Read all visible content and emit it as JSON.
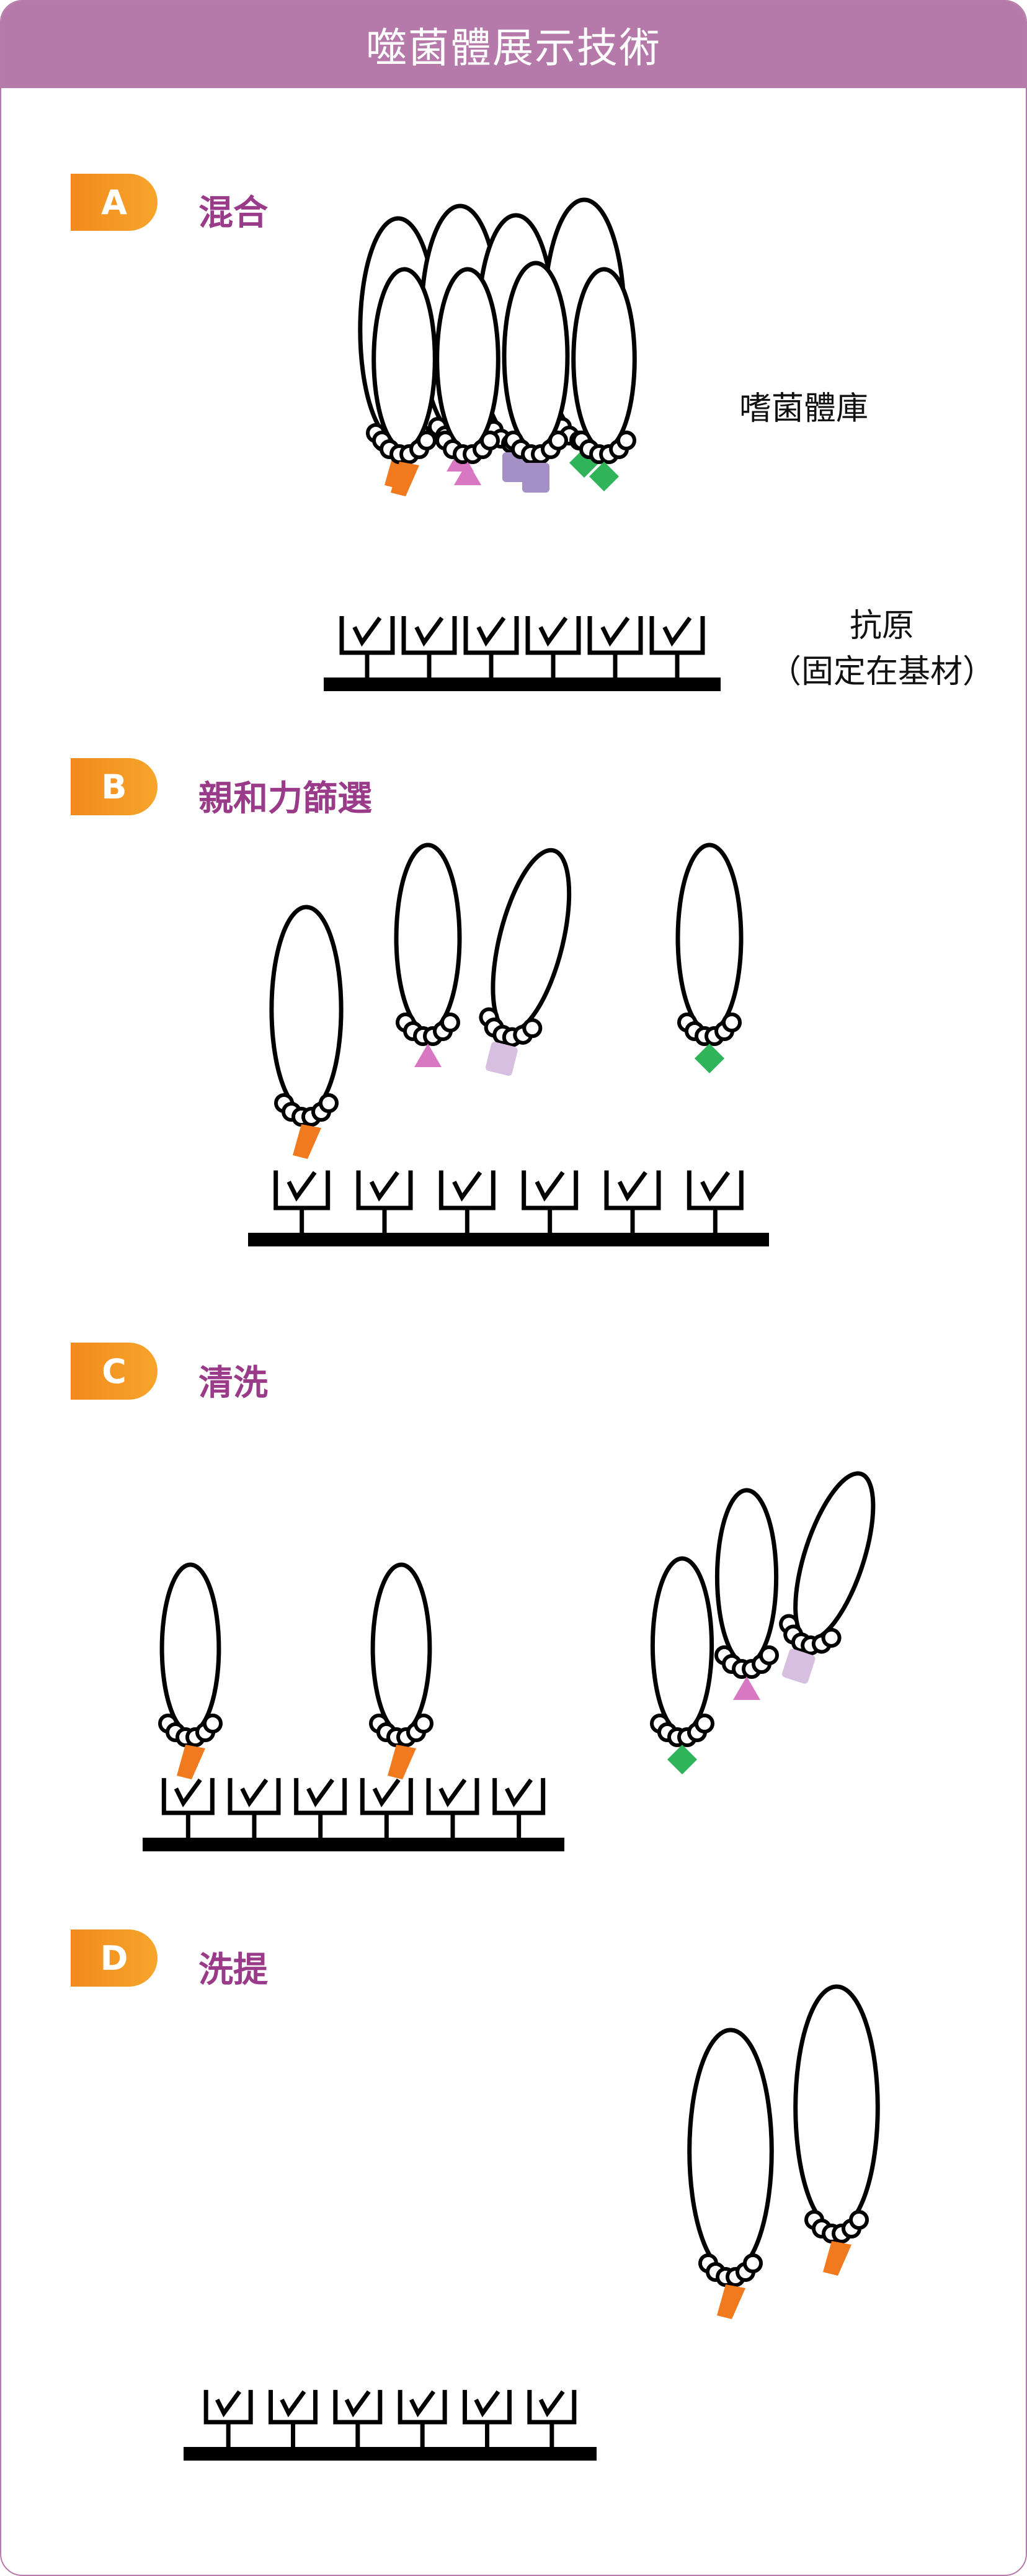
{
  "title": "噬菌體展示技術",
  "steps": [
    {
      "letter": "A",
      "name": "混合"
    },
    {
      "letter": "B",
      "name": "親和力篩選"
    },
    {
      "letter": "C",
      "name": "清洗"
    },
    {
      "letter": "D",
      "name": "洗提"
    }
  ],
  "labels": {
    "library": "嗜菌體庫",
    "antigen_line1": "抗原",
    "antigen_line2": "（固定在基材）"
  },
  "colors": {
    "header": "#b57aa9",
    "badge": "#f38a1d",
    "step_title": "#9a3b8a",
    "tag_orange": "#f07a1d",
    "tag_pink": "#d877c2",
    "tag_purple": "#a58fc7",
    "tag_lavender": "#d6bfe0",
    "tag_green": "#2fb45a"
  }
}
